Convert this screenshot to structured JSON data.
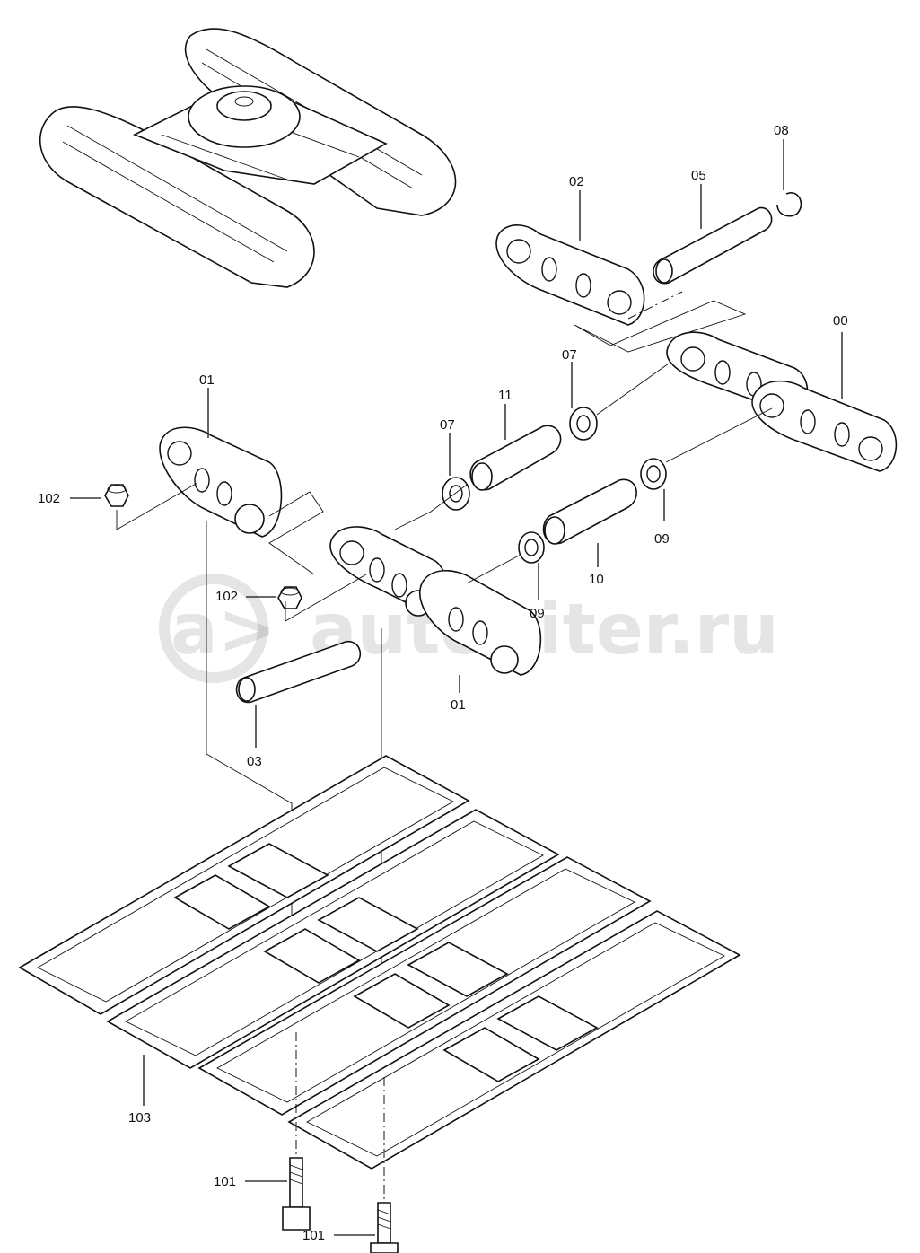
{
  "watermark": {
    "text": "autopiter.ru",
    "icon_text": "a>"
  },
  "callouts": {
    "p00": "00",
    "p01a": "01",
    "p01b": "01",
    "p02": "02",
    "p03": "03",
    "p05": "05",
    "p07a": "07",
    "p07b": "07",
    "p08": "08",
    "p09a": "09",
    "p09b": "09",
    "p10": "10",
    "p11": "11",
    "p101a": "101",
    "p101b": "101",
    "p102a": "102",
    "p102b": "102",
    "p103": "103"
  }
}
